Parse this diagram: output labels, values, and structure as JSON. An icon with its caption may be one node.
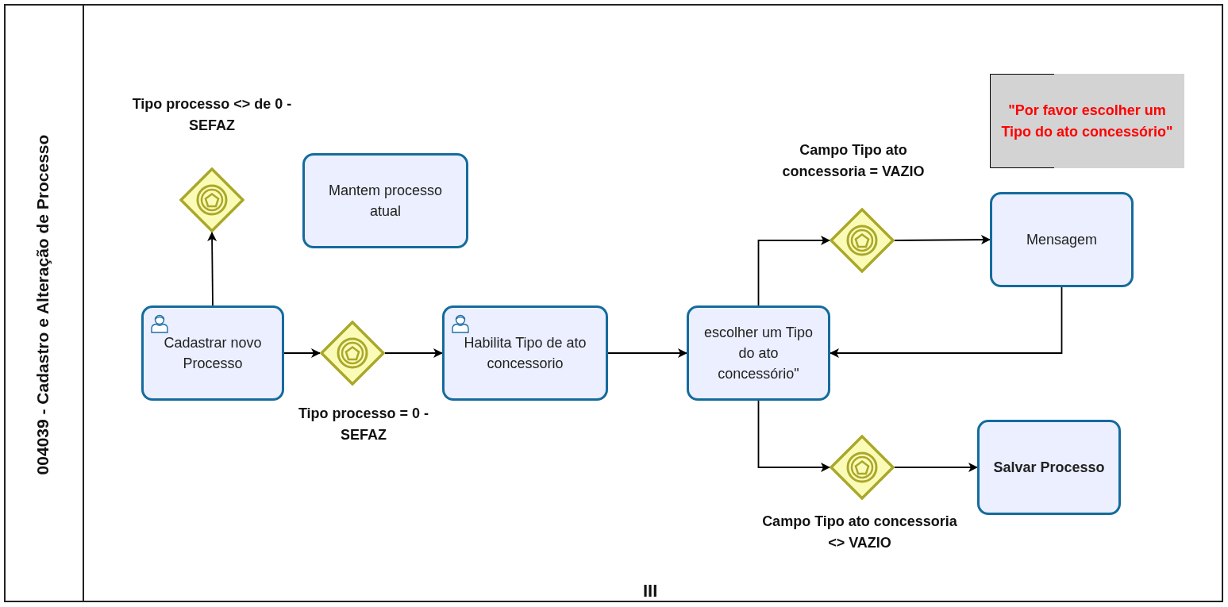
{
  "diagram": {
    "nodes": [
      {
        "text": [
          "004039 - Cadastro e Alteração de Processo"
        ]
      },
      {
        "text": [],
        "shape": "diamond",
        "in": 0,
        "beside": [
          "Tipo processo <> de 0 - SEFAZ"
        ]
      },
      {
        "text": [
          "Mantem processo atual"
        ],
        "in": 0
      },
      {
        "text": [
          "Cadastrar novo Processo"
        ],
        "in": 0
      },
      {
        "text": [],
        "shape": "diamond",
        "in": 0,
        "beside": [
          "Tipo processo = 0 - SEFAZ"
        ]
      },
      {
        "text": [
          "Habilita Tipo de ato concessorio"
        ],
        "in": 0
      },
      {
        "text": [
          "\"Por favor escolher um Tipo do ato concessório\""
        ],
        "in": 0
      },
      {
        "text": [],
        "shape": "diamond",
        "in": 0,
        "beside": [
          "Campo Tipo ato concessoria = VAZIO"
        ]
      },
      {
        "text": [
          "Mensagem"
        ],
        "in": 0
      },
      {
        "text": [
          "escolher um Tipo do ato concessório\""
        ],
        "in": 0
      },
      {
        "text": [
          "Salvar Processo"
        ],
        "in": 0
      },
      {
        "text": [],
        "shape": "diamond",
        "in": 0,
        "beside": [
          "Campo Tipo ato concessoria <> VAZIO"
        ]
      }
    ],
    "edges": [
      {
        "from": 3,
        "to": 1,
        "arrow": "to"
      },
      {
        "from": 3,
        "to": 4,
        "arrow": "to"
      },
      {
        "from": 4,
        "to": 5,
        "arrow": "to"
      },
      {
        "from": 5,
        "to": 9,
        "arrow": "to"
      },
      {
        "from": 9,
        "to": 7,
        "arrow": "to"
      },
      {
        "from": 7,
        "to": 8,
        "arrow": "to"
      },
      {
        "from": 8,
        "to": 9,
        "arrow": "to"
      },
      {
        "from": 9,
        "to": 11,
        "arrow": "to"
      },
      {
        "from": 11,
        "to": 10,
        "arrow": "to"
      }
    ],
    "labels": [
      "III"
    ]
  }
}
